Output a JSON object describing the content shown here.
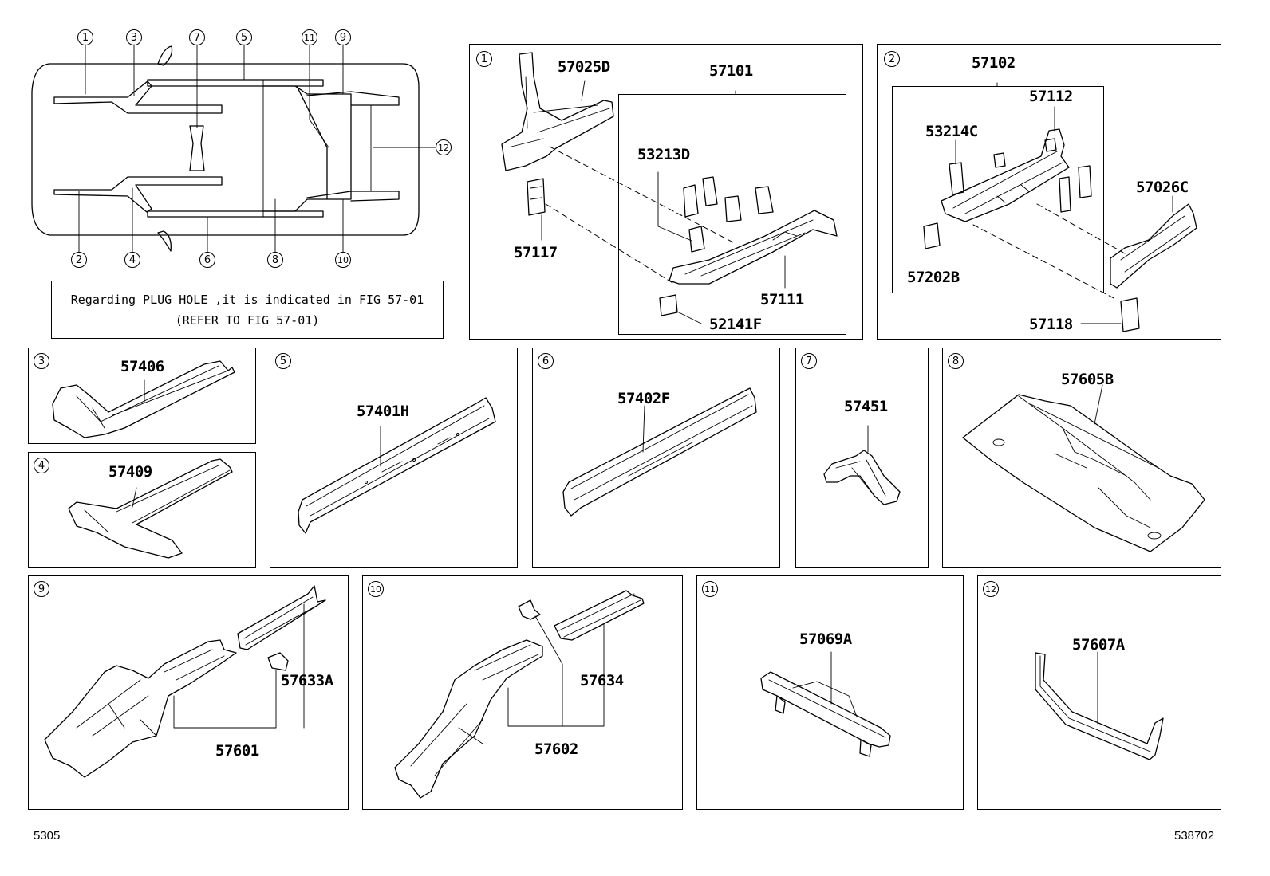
{
  "overview": {
    "top_callouts": [
      "1",
      "3",
      "7",
      "5",
      "11",
      "9"
    ],
    "bottom_callouts": [
      "2",
      "4",
      "6",
      "8",
      "10"
    ],
    "right_callout": "12",
    "note_line1": "Regarding PLUG HOLE ,it is indicated in FIG 57-01",
    "note_line2": "(REFER TO FIG 57-01)"
  },
  "panels": {
    "p1": {
      "num": "1",
      "parts": {
        "a": "57025D",
        "b": "57101",
        "c": "53213D",
        "d": "57117",
        "e": "57111",
        "f": "52141F"
      }
    },
    "p2": {
      "num": "2",
      "parts": {
        "a": "57102",
        "b": "57112",
        "c": "53214C",
        "d": "57026C",
        "e": "57202B",
        "f": "57118"
      }
    },
    "p3": {
      "num": "3",
      "parts": {
        "a": "57406"
      }
    },
    "p4": {
      "num": "4",
      "parts": {
        "a": "57409"
      }
    },
    "p5": {
      "num": "5",
      "parts": {
        "a": "57401H"
      }
    },
    "p6": {
      "num": "6",
      "parts": {
        "a": "57402F"
      }
    },
    "p7": {
      "num": "7",
      "parts": {
        "a": "57451"
      }
    },
    "p8": {
      "num": "8",
      "parts": {
        "a": "57605B"
      }
    },
    "p9": {
      "num": "9",
      "parts": {
        "a": "57633A",
        "b": "57601"
      }
    },
    "p10": {
      "num": "10",
      "parts": {
        "a": "57634",
        "b": "57602"
      }
    },
    "p11": {
      "num": "11",
      "parts": {
        "a": "57069A"
      }
    },
    "p12": {
      "num": "12",
      "parts": {
        "a": "57607A"
      }
    }
  },
  "footer": {
    "left": "5305",
    "right": "538702"
  }
}
